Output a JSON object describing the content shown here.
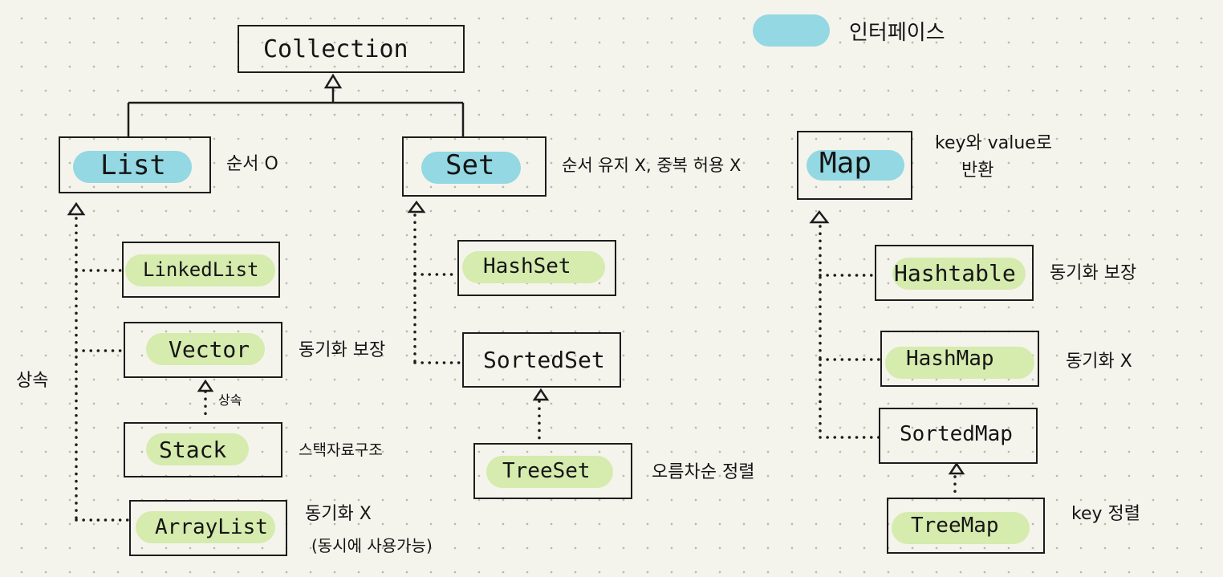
{
  "legend": {
    "label": "인터페이스"
  },
  "nodes": {
    "collection": "Collection",
    "list": "List",
    "set": "Set",
    "map": "Map",
    "linkedlist": "LinkedList",
    "vector": "Vector",
    "stack": "Stack",
    "arraylist": "ArrayList",
    "hashset": "HashSet",
    "sortedset": "SortedSet",
    "treeset": "TreeSet",
    "hashtable": "Hashtable",
    "hashmap": "HashMap",
    "sortedmap": "SortedMap",
    "treemap": "TreeMap"
  },
  "notes": {
    "list": "순서 O",
    "set": "순서 유지 X, 중복 허용 X",
    "map_line1": "key와 value로",
    "map_line2": "반환",
    "vector": "동기화 보장",
    "stack_inherit": "상속",
    "stack": "스택자료구조",
    "arraylist_line1": "동기화 X",
    "arraylist_line2": "(동시에 사용가능)",
    "treeset": "오름차순 정렬",
    "hashtable": "동기화 보장",
    "hashmap": "동기화 X",
    "treemap": "key 정렬",
    "list_inherit": "상속"
  }
}
